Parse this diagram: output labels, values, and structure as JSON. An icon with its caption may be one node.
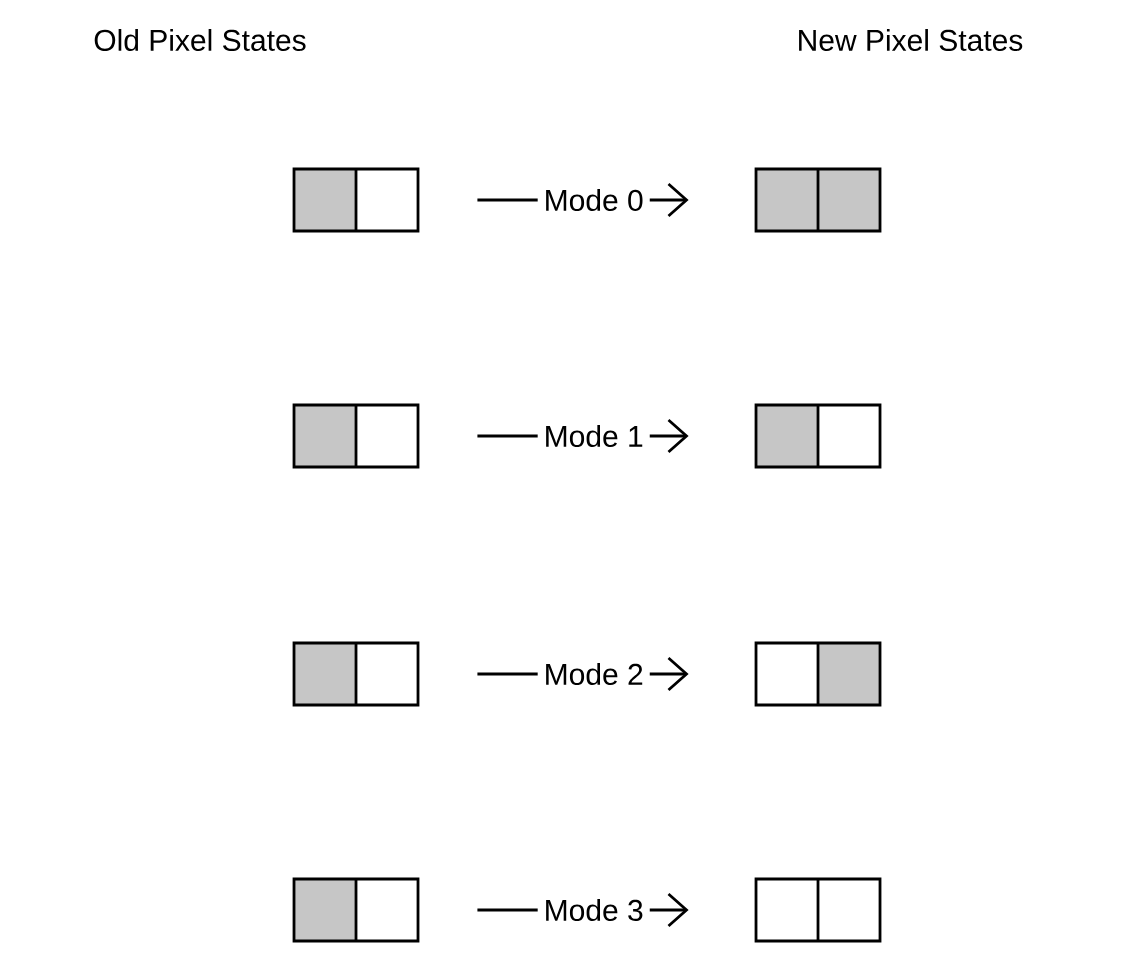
{
  "diagram": {
    "nodes": [
      {
        "text": [],
        "shape": "box"
      },
      {
        "text": [],
        "shape": "box"
      },
      {
        "text": [],
        "shape": "box"
      },
      {
        "text": [],
        "shape": "box"
      },
      {
        "text": [],
        "shape": "box"
      },
      {
        "text": [],
        "shape": "box"
      },
      {
        "text": [],
        "shape": "box"
      },
      {
        "text": [],
        "shape": "box"
      }
    ],
    "edges": [
      {
        "from": 0,
        "to": 1,
        "arrow": "to",
        "label": "Mode 0"
      },
      {
        "from": 2,
        "to": 3,
        "arrow": "to",
        "label": "Mode 1"
      },
      {
        "from": 4,
        "to": 5,
        "arrow": "to",
        "label": "Mode 2"
      },
      {
        "from": 6,
        "to": 7,
        "arrow": "to",
        "label": "Mode 3"
      }
    ],
    "labels": [
      "Old Pixel States",
      "New Pixel States"
    ]
  }
}
